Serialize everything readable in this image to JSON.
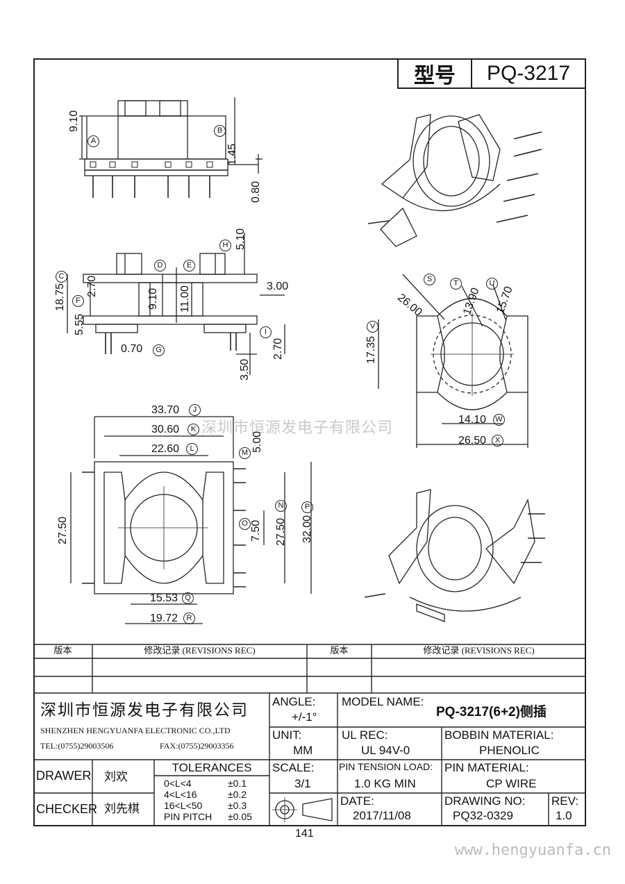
{
  "header": {
    "type_label": "型号",
    "model": "PQ-3217"
  },
  "watermark": "深圳市恒源发电子有限公司",
  "dimensions": {
    "d_910a": "9.10",
    "d_145": "1.45",
    "d_080": "0.80",
    "d_510": "5.10",
    "d_1875": "18.75",
    "d_270f": "2.70",
    "d_555": "5.55",
    "d_910d": "9.10",
    "d_1100": "11.00",
    "d_300": "3.00",
    "d_270i": "2.70",
    "d_070": "0.70",
    "d_350": "3.50",
    "d_2600": "26.00",
    "d_1390": "13.90",
    "d_1570": "15.70",
    "d_1735": "17.35",
    "d_1410": "14.10",
    "d_2650": "26.50",
    "d_3370": "33.70",
    "d_3060": "30.60",
    "d_2260": "22.60",
    "d_500": "5.00",
    "d_2750l": "27.50",
    "d_2750n": "27.50",
    "d_750": "7.50",
    "d_3200": "32.00",
    "d_1553": "15.53",
    "d_1972": "19.72"
  },
  "marks": {
    "A": "A",
    "B": "B",
    "C": "C",
    "D": "D",
    "E": "E",
    "F": "F",
    "G": "G",
    "H": "H",
    "I": "I",
    "J": "J",
    "K": "K",
    "L": "L",
    "M": "M",
    "N": "N",
    "O": "O",
    "P": "P",
    "Q": "Q",
    "R": "R",
    "S": "S",
    "T": "T",
    "U": "U",
    "V": "V",
    "W": "W",
    "X": "X"
  },
  "revisions": {
    "col_version": "版本",
    "col_record": "修改记录 (REVISIONS REC)"
  },
  "title_block": {
    "company_cn": "深圳市恒源发电子有限公司",
    "company_en": "SHENZHEN HENGYUANFA ELECTRONIC CO.,LTD",
    "tel": "TEL:(0755)29003506",
    "fax": "FAX:(0755)29003356",
    "angle_label": "ANGLE:",
    "angle_value": "+/-1°",
    "model_name_label": "MODEL NAME:",
    "model_name_value": "PQ-3217(6+2)侧插",
    "unit_label": "UNIT:",
    "unit_value": "MM",
    "ul_label": "UL REC:",
    "ul_value": "UL 94V-0",
    "bobbin_label": "BOBBIN MATERIAL:",
    "bobbin_value": "PHENOLIC",
    "drawer_label": "DRAWER",
    "drawer_name": "刘欢",
    "checker_label": "CHECKER",
    "checker_name": "刘先棋",
    "tolerances_label": "TOLERANCES",
    "tolerances": [
      {
        "range": "0<L<4",
        "tol": "±0.1"
      },
      {
        "range": "4<L<16",
        "tol": "±0.2"
      },
      {
        "range": "16<L<50",
        "tol": "±0.3"
      },
      {
        "range": "PIN PITCH",
        "tol": "±0.05"
      }
    ],
    "scale_label": "SCALE:",
    "scale_value": "3/1",
    "pin_tension_label": "PIN TENSION LOAD:",
    "pin_tension_value": "1.0 KG MIN",
    "pin_material_label": "PIN MATERIAL:",
    "pin_material_value": "CP WIRE",
    "date_label": "DATE:",
    "date_value": "2017/11/08",
    "drawing_no_label": "DRAWING NO:",
    "drawing_no_value": "PQ32-0329",
    "rev_label": "REV:",
    "rev_value": "1.0"
  },
  "page_number": "141",
  "site": "www.hengyuanfa.cn"
}
